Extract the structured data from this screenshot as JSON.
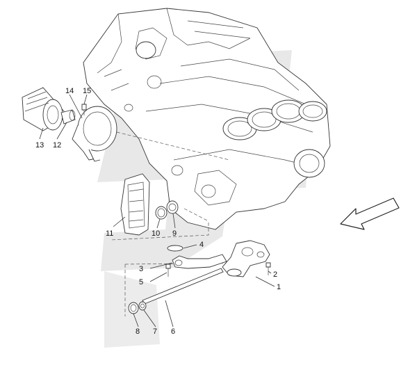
{
  "callouts": [
    {
      "id": "1",
      "text": "1"
    },
    {
      "id": "2",
      "text": "2"
    },
    {
      "id": "3",
      "text": "3"
    },
    {
      "id": "4",
      "text": "4"
    },
    {
      "id": "5",
      "text": "5"
    },
    {
      "id": "6",
      "text": "6"
    },
    {
      "id": "7",
      "text": "7"
    },
    {
      "id": "8",
      "text": "8"
    },
    {
      "id": "9",
      "text": "9"
    },
    {
      "id": "10",
      "text": "10"
    },
    {
      "id": "11",
      "text": "11"
    },
    {
      "id": "12",
      "text": "12"
    },
    {
      "id": "13",
      "text": "13"
    },
    {
      "id": "14",
      "text": "14"
    },
    {
      "id": "15",
      "text": "15"
    }
  ],
  "icons": {
    "direction_arrow": "arrow-left-down-icon",
    "watermark": "brand-watermark-shape"
  },
  "colors": {
    "watermark": "#e6e6e6",
    "line": "#333333",
    "background": "#ffffff"
  }
}
